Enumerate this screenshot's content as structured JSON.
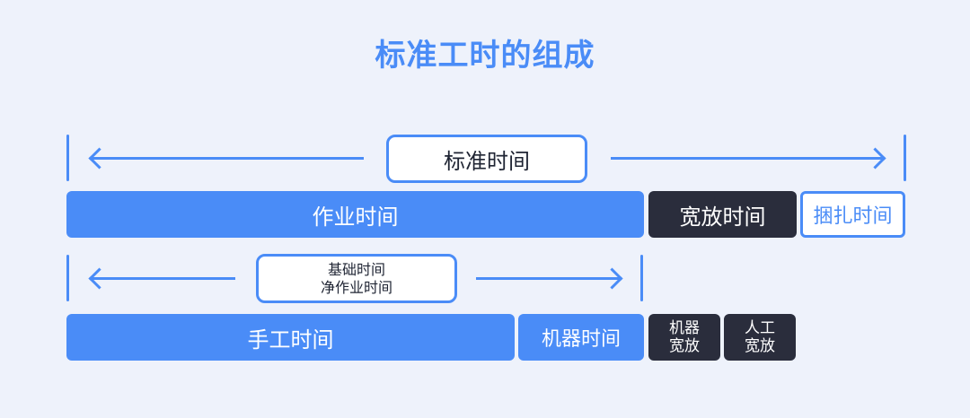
{
  "title": "标准工时的组成",
  "colors": {
    "background": "#eef2fb",
    "accent": "#4a8cf7",
    "dark": "#2a2d3c",
    "white": "#ffffff"
  },
  "standard_time": {
    "label": "标准时间"
  },
  "row1": {
    "work_time": "作业时间",
    "allowance_time": "宽放时间",
    "bundling_time": "捆扎时间"
  },
  "basic_time": {
    "line1": "基础时间",
    "line2": "净作业时间"
  },
  "row2": {
    "manual_time": "手工时间",
    "machine_time": "机器时间",
    "machine_allowance_line1": "机器",
    "machine_allowance_line2": "宽放",
    "manual_allowance_line1": "人工",
    "manual_allowance_line2": "宽放"
  }
}
